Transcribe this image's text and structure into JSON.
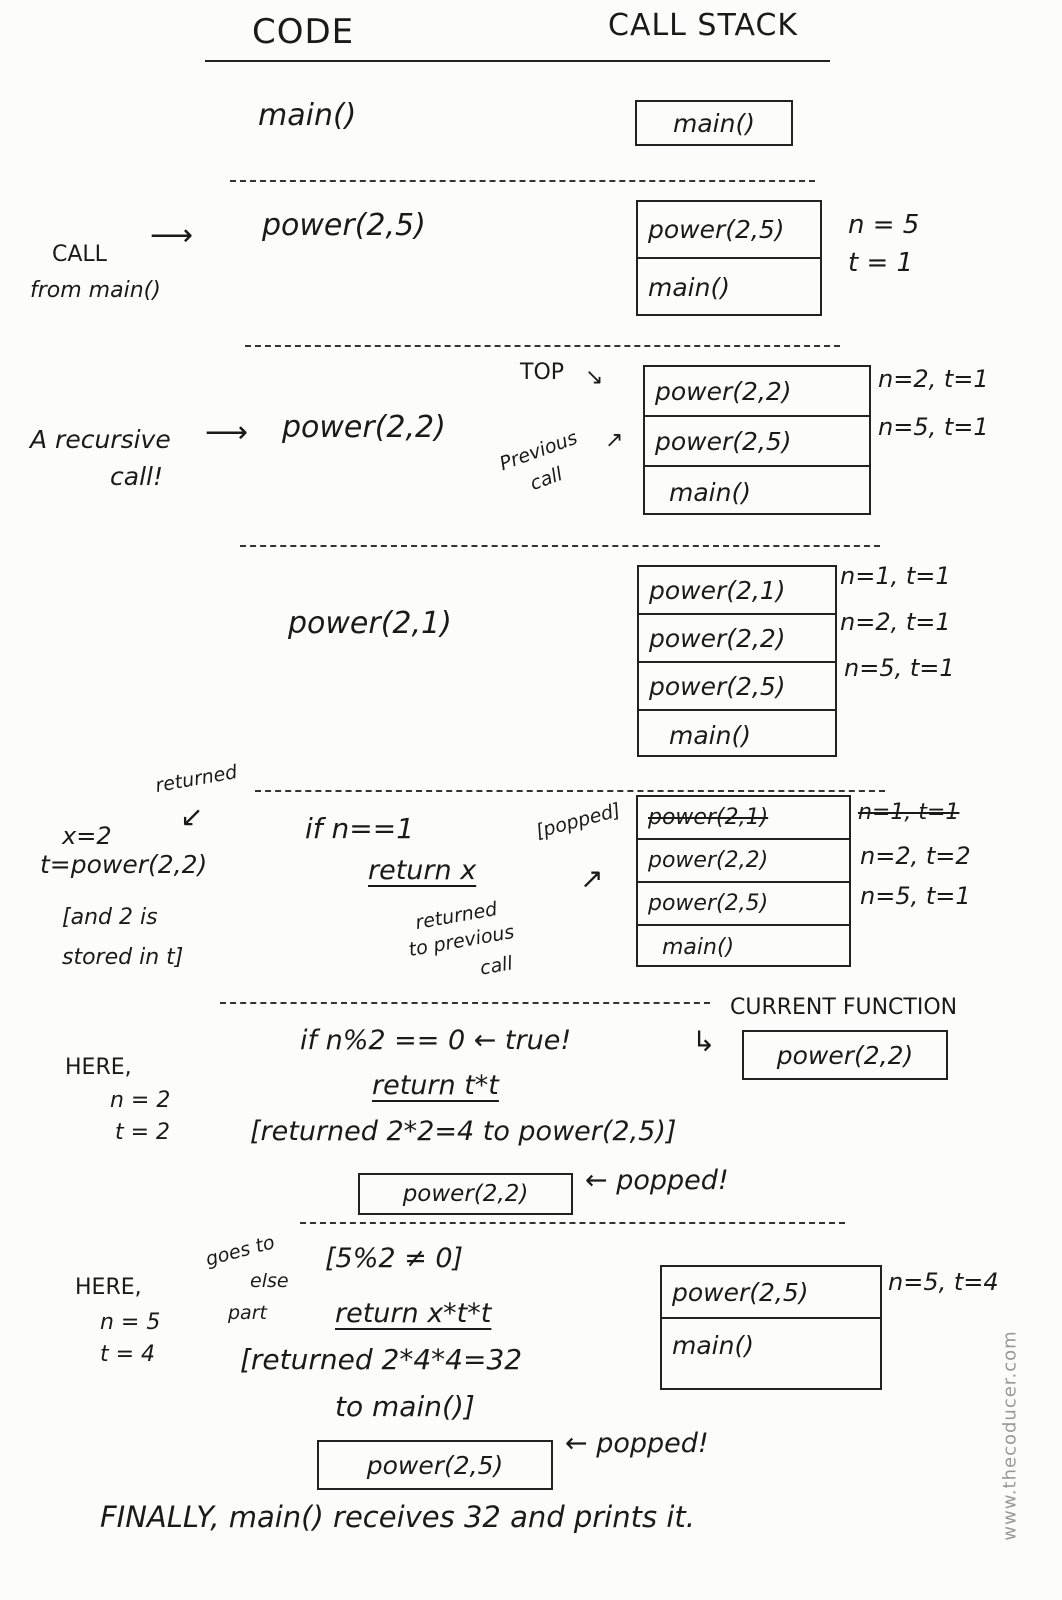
{
  "headers": {
    "code": "CODE",
    "stack": "CALL STACK"
  },
  "s1": {
    "code": "main()",
    "stack": [
      "main()"
    ]
  },
  "s2": {
    "code": "power(2,5)",
    "note1": "CALL",
    "note2": "from main()",
    "stack": [
      "power(2,5)",
      "main()"
    ],
    "vars": [
      "n = 5",
      "t = 1"
    ]
  },
  "s3": {
    "code": "power(2,2)",
    "note1": "A recursive",
    "note2": "call!",
    "top": "TOP",
    "prev1": "Previous",
    "prev2": "call",
    "stack": [
      "power(2,2)",
      "power(2,5)",
      "main()"
    ],
    "vars": [
      "n=2, t=1",
      "n=5, t=1"
    ]
  },
  "s4": {
    "code": "power(2,1)",
    "stack": [
      "power(2,1)",
      "power(2,2)",
      "power(2,5)",
      "main()"
    ],
    "vars": [
      "n=1, t=1",
      "n=2, t=1",
      "n=5, t=1"
    ]
  },
  "s5": {
    "returned": "returned",
    "x": "x=2",
    "t": "t=power(2,2)",
    "note1": "[and 2 is",
    "note2": "stored in t]",
    "cond": "if n==1",
    "ret": "return x",
    "popped": "[popped]",
    "ret_note1": "returned",
    "ret_note2": "to previous",
    "ret_note3": "call",
    "stack": [
      "power(2,1)",
      "power(2,2)",
      "power(2,5)",
      "main()"
    ],
    "vars": [
      "n=1, t=1",
      "n=2, t=2",
      "n=5, t=1"
    ]
  },
  "s6": {
    "here": "HERE,",
    "n": "n = 2",
    "t": "t = 2",
    "cond": "if n%2 == 0 ← true!",
    "ret": "return t*t",
    "result": "[returned 2*2=4 to power(2,5)]",
    "box": "power(2,2)",
    "popped": "← popped!",
    "current_label": "CURRENT FUNCTION",
    "current": "power(2,2)"
  },
  "s7": {
    "here": "HERE,",
    "n": "n = 5",
    "t": "t = 4",
    "goes1": "goes to",
    "goes2": "else",
    "goes3": "part",
    "cond": "[5%2 ≠ 0]",
    "ret": "return x*t*t",
    "result1": "[returned 2*4*4=32",
    "result2": "to main()]",
    "box": "power(2,5)",
    "popped": "← popped!",
    "stack": [
      "power(2,5)",
      "main()"
    ],
    "vars": [
      "n=5, t=4"
    ]
  },
  "final": "FINALLY, main() receives 32 and prints it.",
  "watermark": "www.thecoducer.com"
}
